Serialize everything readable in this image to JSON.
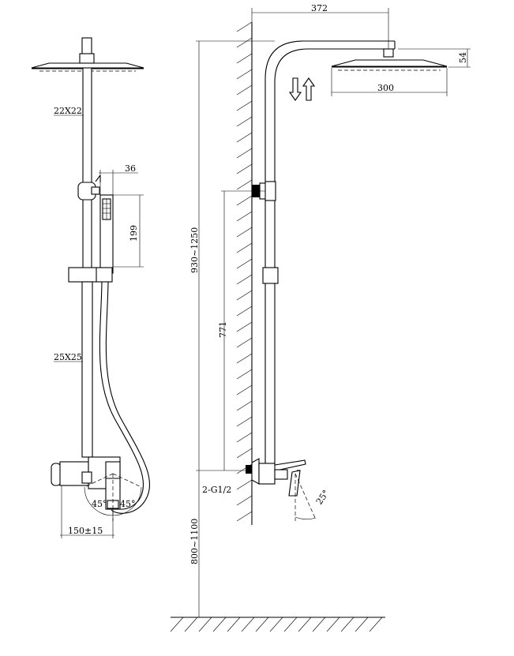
{
  "dimensions": {
    "arm_length": "372",
    "head_height": "54",
    "head_width": "300",
    "riser_height": "930~1250",
    "distance_771": "771",
    "inlet": "2-G1/2",
    "mount_height": "800~1100",
    "handle_angle": "25°",
    "upper_tube": "22X22",
    "lower_tube": "25X25",
    "hand_width": "36",
    "hand_length": "199",
    "angle_left": "45°",
    "angle_right": "45°",
    "centres": "150±15"
  }
}
